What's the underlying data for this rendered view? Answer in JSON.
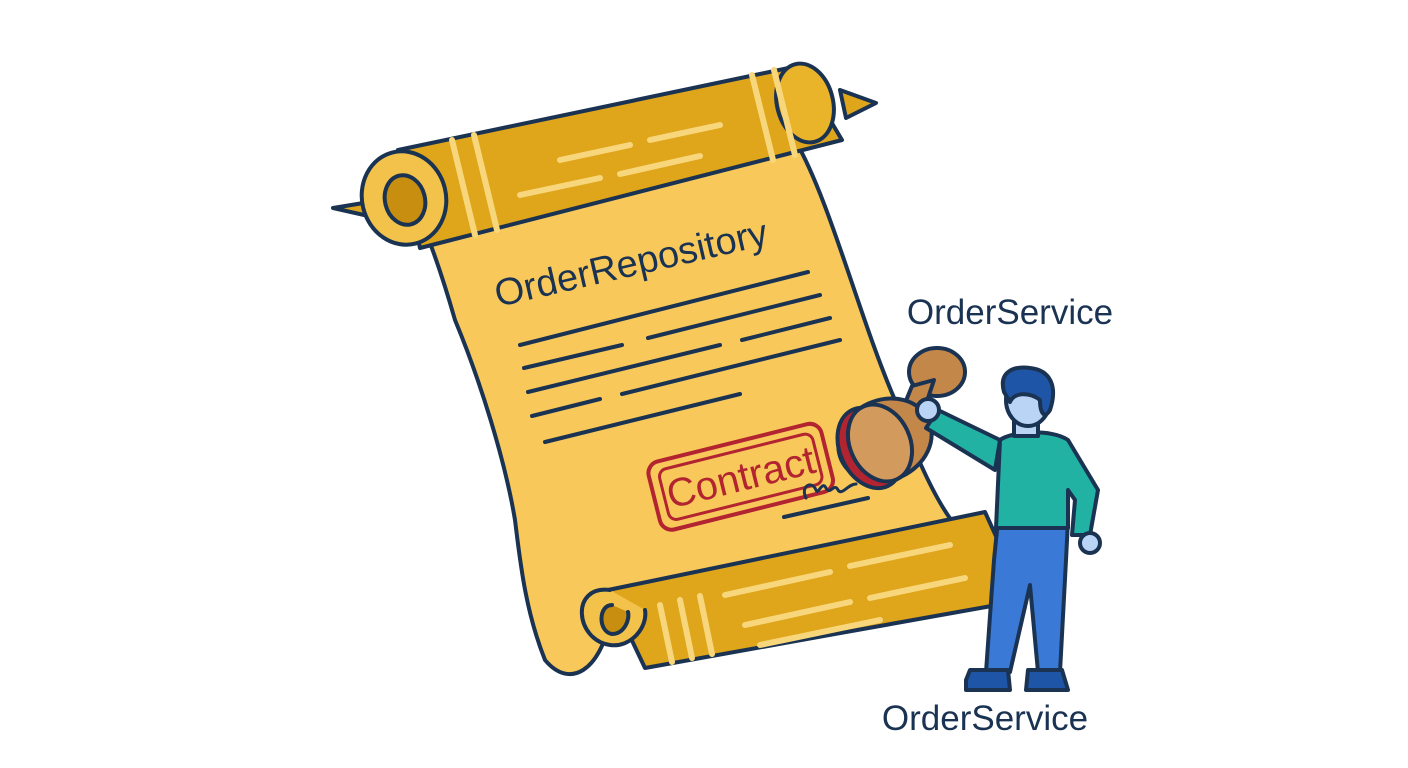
{
  "scroll": {
    "title": "OrderRepository"
  },
  "stamp": {
    "text": "Contract"
  },
  "figure": {
    "label_top": "OrderService",
    "label_bottom": "OrderService"
  },
  "colors": {
    "outline": "#1b3352",
    "paper": "#f8c95a",
    "roll": "#dfa51b",
    "stamp_red": "#b32431",
    "stamp_wood": "#c4874a",
    "shirt": "#22b2a3",
    "pants": "#3a7ad6",
    "hair": "#1f55a6",
    "skin": "#b9d4f5"
  },
  "icons": {
    "scroll": "scroll-icon",
    "stamp": "rubber-stamp-icon",
    "person": "person-icon",
    "signature": "signature-icon"
  }
}
